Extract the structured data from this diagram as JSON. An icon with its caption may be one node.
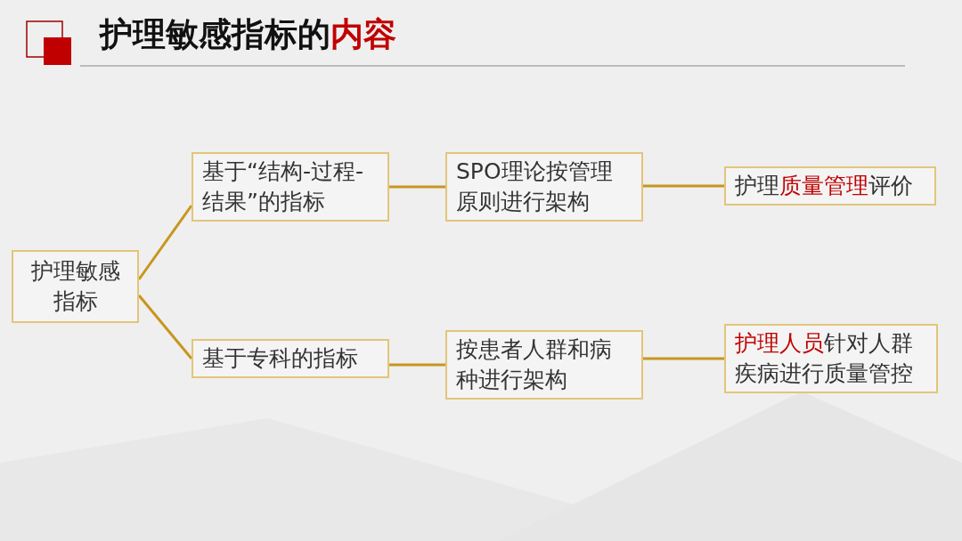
{
  "diagram": {
    "title": "护理敏感指标的**内容**",
    "nodes": [
      {
        "text": [
          "护理敏感指标"
        ]
      },
      {
        "text": [
          "基于“结构-过程-结果”的指标"
        ]
      },
      {
        "text": [
          "基于专科的指标"
        ]
      },
      {
        "text": [
          "SPO理论按管理原则进行架构"
        ]
      },
      {
        "text": [
          "按患者人群和病种进行架构"
        ]
      },
      {
        "text": [
          "护理**质量管理**评价"
        ]
      },
      {
        "text": [
          "**护理人员**针对人群疾病进行质量管控"
        ]
      }
    ],
    "edges": [
      {
        "from": 0,
        "to": 1,
        "arrow": "none"
      },
      {
        "from": 0,
        "to": 2,
        "arrow": "none"
      },
      {
        "from": 1,
        "to": 3,
        "arrow": "none"
      },
      {
        "from": 2,
        "to": 4,
        "arrow": "none"
      },
      {
        "from": 3,
        "to": 5,
        "arrow": "none"
      },
      {
        "from": 4,
        "to": 6,
        "arrow": "none"
      }
    ]
  }
}
